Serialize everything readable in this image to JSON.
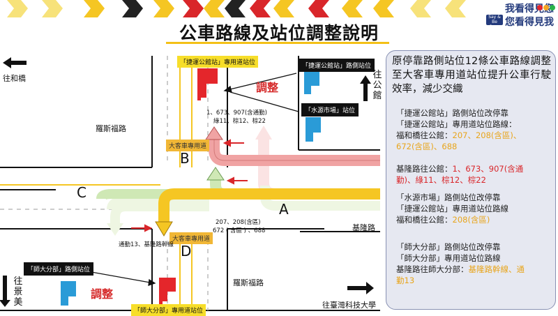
{
  "header": {
    "title": "公車路線及站位調整說明",
    "brand_line1": "我看得見您",
    "brand_line2": "您看得見我",
    "brand_badge": "Say & Be Seen"
  },
  "map": {
    "roads": {
      "heping_bridge": "往和橋",
      "gongguan": "往公館",
      "jingmei": "往景美",
      "ntust": "往臺灣科技大學",
      "roosevelt_upper": "羅斯福路",
      "roosevelt_lower": "羅斯福路",
      "keelung": "基隆路"
    },
    "letters": {
      "a": "A",
      "b": "B",
      "c": "C",
      "d": "D"
    },
    "stop_labels": {
      "mrt_dedicated": "「捷運公館站」專用道站位",
      "mrt_roadside": "「捷運公館站」路側站位",
      "water_market": "「水源市場」站位",
      "ntnu_roadside": "「師大分部」路側站位",
      "ntnu_dedicated": "「師大分部」專用道站位"
    },
    "adjust_top": "調整",
    "adjust_bottom": "調整",
    "bus_lane_top": "大客車專用道",
    "bus_lane_bottom": "大客車專用道",
    "routes_top_line1": "1、673、907(含通勤)",
    "routes_top_line2": "綠11、棕12、棕22",
    "routes_mid_line1": "207、208(含區)",
    "routes_mid_line2": "672 ( 含區 ) 、688",
    "routes_bottom": "通勤13、基隆路幹線",
    "colors": {
      "red_route": "#f0a3a3",
      "green_route": "#cfe8b5",
      "yellow_route": "#f5c623",
      "flag_red": "#e4262b",
      "flag_blue": "#2a9bd7"
    }
  },
  "panel": {
    "heading": "原停靠路側站位12條公車路線調整至大客車專用道站位提升公車行駛效率，減少交織",
    "s1_line1": "「捷運公館站」路側站位改停靠",
    "s1_line2": "「捷運公館站」專用道站位路線：",
    "s1_line3_prefix": "福和橋往公館：",
    "s1_line3_routes": "207、208(含區)、",
    "s1_line4_routes": "672(含區)、688",
    "s2_prefix": "基隆路往公館：",
    "s2_routes_a": "1、673、907(含通",
    "s2_routes_b": "勤)、綠11、棕12、棕22",
    "s3_line1": "「水源市場」路側站位改停靠",
    "s3_line2": "「捷運公館站」專用道站位路線",
    "s3_line3_prefix": "福和橋往公館：",
    "s3_line3_routes": "208(含區)",
    "s4_line1": "「師大分部」路側站位改停靠",
    "s4_line2": "「師大分部」專用道站位路線",
    "s4_line3_prefix": "基隆路往師大分部：",
    "s4_line3_routes": "基隆路幹線、通",
    "s4_line4_routes": "勤13"
  }
}
